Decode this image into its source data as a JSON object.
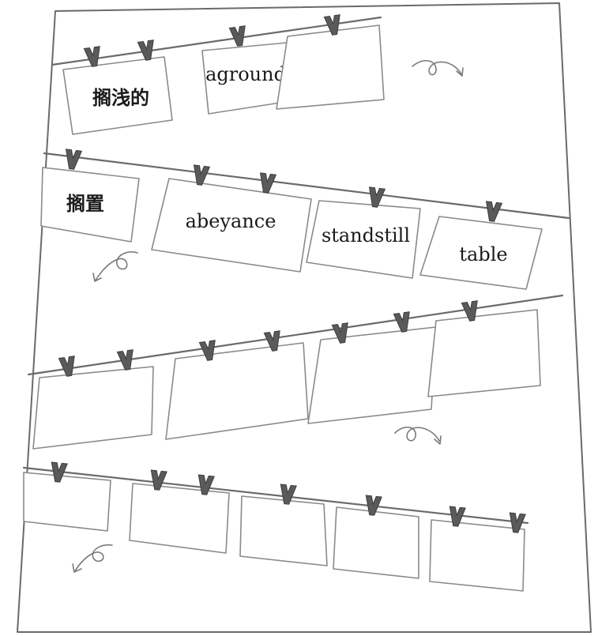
{
  "rows": [
    {
      "cards": [
        {
          "label": "搁浅的",
          "lang": "zh"
        },
        {
          "label": "aground",
          "lang": "en"
        },
        {
          "label": "",
          "lang": "en"
        }
      ]
    },
    {
      "cards": [
        {
          "label": "搁置",
          "lang": "zh"
        },
        {
          "label": "abeyance",
          "lang": "en"
        },
        {
          "label": "standstill",
          "lang": "en"
        },
        {
          "label": "table",
          "lang": "en"
        }
      ]
    },
    {
      "cards": [
        {
          "label": "",
          "lang": "en"
        },
        {
          "label": "",
          "lang": "en"
        },
        {
          "label": "",
          "lang": "en"
        },
        {
          "label": "",
          "lang": "en"
        }
      ]
    },
    {
      "cards": [
        {
          "label": "",
          "lang": "en"
        },
        {
          "label": "",
          "lang": "en"
        },
        {
          "label": "",
          "lang": "en"
        },
        {
          "label": "",
          "lang": "en"
        },
        {
          "label": "",
          "lang": "en"
        }
      ]
    }
  ],
  "icons": {
    "pin": "clothespin-icon",
    "arrow_right": "curly-arrow-right-icon",
    "arrow_left": "curly-arrow-left-icon"
  }
}
